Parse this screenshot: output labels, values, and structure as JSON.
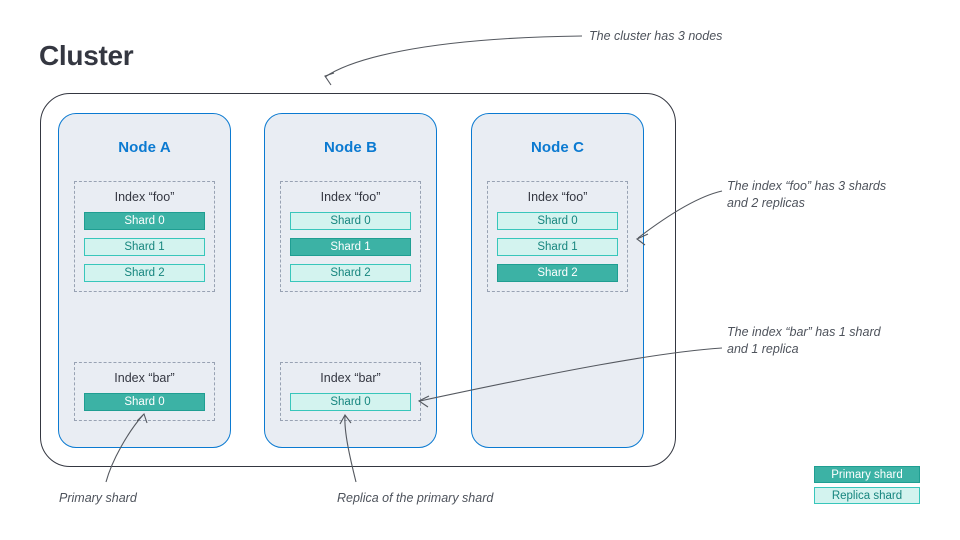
{
  "page": {
    "title": "Cluster"
  },
  "colors": {
    "primary_shard_fill": "#3cb2a5",
    "primary_shard_border": "#1f9e92",
    "replica_shard_fill": "#d3f3ef",
    "replica_shard_border": "#38c6bb",
    "node_border": "#0b7ad1",
    "node_fill": "#e9edf3",
    "cluster_border": "#343741",
    "index_border": "#98a2b3",
    "text": "#343741",
    "annotation_text": "#4e535c"
  },
  "cluster": {
    "nodes": [
      {
        "name": "Node A",
        "indices": [
          {
            "label": "Index “foo”",
            "shards": [
              {
                "label": "Shard 0",
                "role": "primary"
              },
              {
                "label": "Shard 1",
                "role": "replica"
              },
              {
                "label": "Shard 2",
                "role": "replica"
              }
            ]
          },
          {
            "label": "Index “bar”",
            "shards": [
              {
                "label": "Shard 0",
                "role": "primary"
              }
            ]
          }
        ]
      },
      {
        "name": "Node B",
        "indices": [
          {
            "label": "Index “foo”",
            "shards": [
              {
                "label": "Shard 0",
                "role": "replica"
              },
              {
                "label": "Shard 1",
                "role": "primary"
              },
              {
                "label": "Shard 2",
                "role": "replica"
              }
            ]
          },
          {
            "label": "Index “bar”",
            "shards": [
              {
                "label": "Shard 0",
                "role": "replica"
              }
            ]
          }
        ]
      },
      {
        "name": "Node C",
        "indices": [
          {
            "label": "Index “foo”",
            "shards": [
              {
                "label": "Shard 0",
                "role": "replica"
              },
              {
                "label": "Shard 1",
                "role": "replica"
              },
              {
                "label": "Shard 2",
                "role": "primary"
              }
            ]
          }
        ]
      }
    ]
  },
  "annotations": {
    "cluster_nodes": "The cluster has 3 nodes",
    "index_foo": "The index “foo” has 3 shards\nand 2 replicas",
    "index_bar": "The index “bar” has 1 shard\nand 1 replica",
    "primary_shard": "Primary shard",
    "replica_of_primary": "Replica of the primary shard"
  },
  "legend": {
    "items": [
      {
        "label": "Primary shard",
        "role": "primary"
      },
      {
        "label": "Replica shard",
        "role": "replica"
      }
    ]
  }
}
